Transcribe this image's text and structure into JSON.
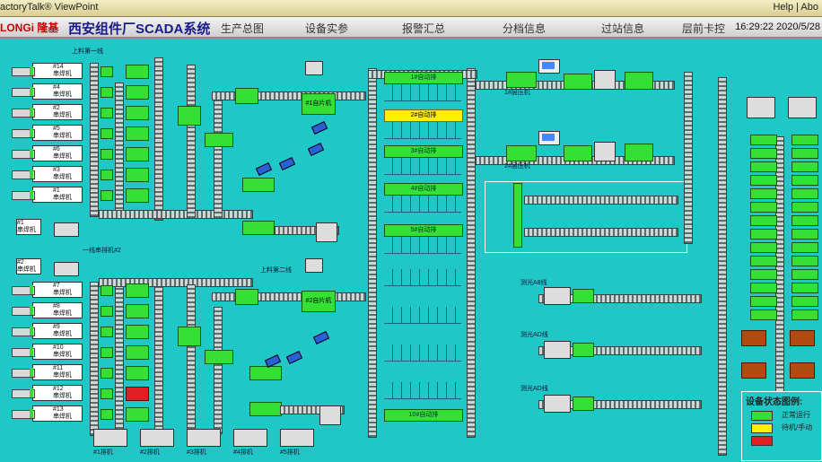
{
  "titlebar": {
    "app": "actoryTalk® ViewPoint",
    "help": "Help | Abo"
  },
  "header": {
    "logo": "LONGi 隆基",
    "title": "西安组件厂SCADA系统",
    "nav": [
      "生产总图",
      "设备实参",
      "报警汇总",
      "分档信息",
      "过站信息",
      "层前卡控"
    ],
    "clock": "16:29:22 2020/5/28"
  },
  "labels": {
    "upper_line": "上料第一线",
    "line2": "一线串排机#2",
    "lower_line": "上料第二线",
    "feeder1": "#1自片机",
    "feeder2": "#2自片机",
    "station1": "1#自动排",
    "station2": "2#自动排",
    "station3": "3#自动排",
    "station4": "4#自动排",
    "station5": "5#自动排",
    "station10": "10#自动排",
    "lam1": "1#层压机",
    "lam2": "2#层压机",
    "line_a": "测光A8线",
    "line_b": "测光AD线",
    "line_c": "测光AD线"
  },
  "welders_top": [
    {
      "id": "#14",
      "name": "串焊机"
    },
    {
      "id": "#4",
      "name": "串焊机"
    },
    {
      "id": "#2",
      "name": "串焊机"
    },
    {
      "id": "#5",
      "name": "串焊机"
    },
    {
      "id": "#6",
      "name": "串焊机"
    },
    {
      "id": "#3",
      "name": "串焊机"
    },
    {
      "id": "#1",
      "name": "串焊机"
    }
  ],
  "welders_bottom": [
    {
      "id": "#7",
      "name": "串焊机"
    },
    {
      "id": "#8",
      "name": "串焊机"
    },
    {
      "id": "#9",
      "name": "串焊机"
    },
    {
      "id": "#10",
      "name": "串焊机"
    },
    {
      "id": "#11",
      "name": "串焊机"
    },
    {
      "id": "#12",
      "name": "串焊机"
    },
    {
      "id": "#13",
      "name": "串焊机"
    }
  ],
  "side_welders": [
    {
      "id": "#1",
      "name": "串焊机"
    },
    {
      "id": "#2",
      "name": "串焊机"
    }
  ],
  "bottom_machines": [
    "#1排机",
    "#2排机",
    "#3排机",
    "#4排机",
    "#5排机"
  ],
  "legend": {
    "title": "设备状态图例:",
    "items": [
      {
        "label": "正常运行",
        "color": "#33e033"
      },
      {
        "label": "待机/手动",
        "color": "#ffee00"
      },
      {
        "label": "",
        "color": "#e02020"
      }
    ]
  },
  "colors": {
    "running": "#33e033",
    "idle": "#ffee00",
    "fault": "#e02020",
    "bg": "#1fc7c7"
  }
}
